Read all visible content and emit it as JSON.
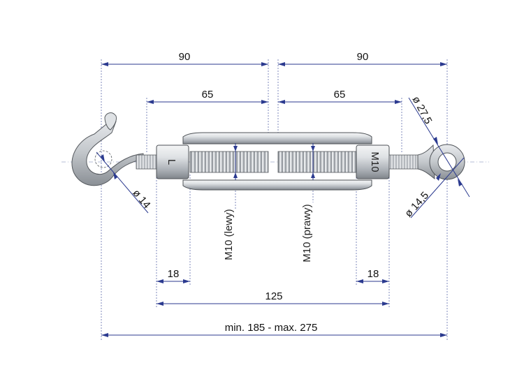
{
  "drawing": {
    "dimensions": {
      "left_span": "90",
      "right_span": "90",
      "left_thread": "65",
      "right_thread": "65",
      "eye_outer_diameter": "ø 27,5",
      "eye_inner_diameter": "ø 14,5",
      "hook_diameter": "ø 14",
      "left_end": "18",
      "right_end": "18",
      "body_length": "125",
      "overall_length": "min. 185 - max. 275"
    },
    "labels": {
      "left_thread": "M10 (lewy)",
      "right_thread": "M10 (prawy)",
      "body_mark": "M10",
      "body_mark_left": "L"
    },
    "colors": {
      "dimension": "#2b3a8f",
      "metal_light": "#e6e8ea",
      "metal_dark": "#7b8086"
    }
  }
}
